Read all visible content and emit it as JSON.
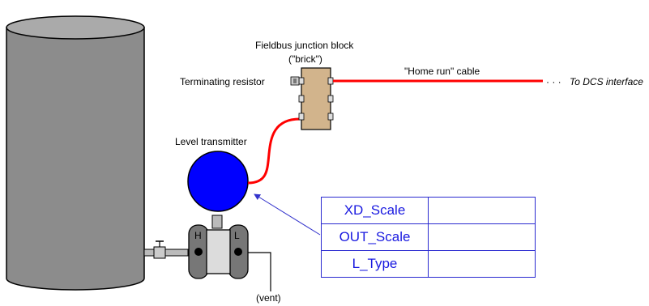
{
  "labels": {
    "junction_title": "Fieldbus junction block",
    "junction_subtitle": "(\"brick\")",
    "home_run": "\"Home run\" cable",
    "dots": "· · ·",
    "to_dcs": "To DCS interface",
    "terminating_resistor": "Terminating resistor",
    "level_transmitter": "Level transmitter",
    "high_port": "H",
    "low_port": "L",
    "vent": "(vent)"
  },
  "parameters": [
    {
      "name": "XD_Scale",
      "value": ""
    },
    {
      "name": "OUT_Scale",
      "value": ""
    },
    {
      "name": "L_Type",
      "value": ""
    }
  ],
  "colors": {
    "tank": "#8c8c8c",
    "tank_top": "#aaaaaa",
    "cable": "#ff0000",
    "brick": "#d2b48c",
    "sphere": "#0000ff",
    "table_border": "#2a2ad0",
    "table_text": "#1a1ae0",
    "pointer": "#3333cc"
  }
}
